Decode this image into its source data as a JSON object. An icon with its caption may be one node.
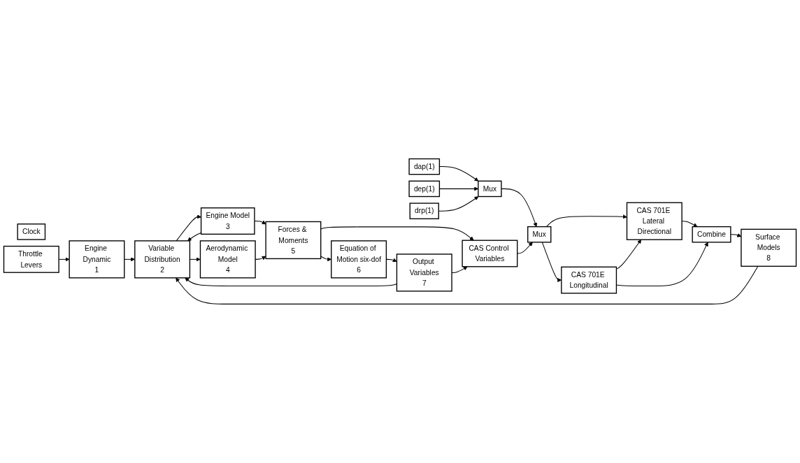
{
  "diagram": {
    "nodes": [
      {
        "text": [
          "Clock"
        ]
      },
      {
        "text": [
          "Throttle Levers"
        ]
      },
      {
        "text": [
          "Engine Dynamic",
          "1"
        ]
      },
      {
        "text": [
          "Variable Distribution",
          "2"
        ]
      },
      {
        "text": [
          "Engine Model",
          "3"
        ]
      },
      {
        "text": [
          "Aerodynamic Model",
          "4"
        ]
      },
      {
        "text": [
          "Forces & Moments",
          "5"
        ]
      },
      {
        "text": [
          "Equation of Motion six-dof",
          "6"
        ]
      },
      {
        "text": [
          "Output Variables",
          "7"
        ]
      },
      {
        "text": [
          "Surface Models",
          "8"
        ]
      },
      {
        "text": [
          "Combine"
        ]
      },
      {
        "text": [
          "CAS 701E Lateral Directional"
        ]
      },
      {
        "text": [
          "CAS 701E Longitudinal"
        ]
      },
      {
        "text": [
          "Mux"
        ]
      },
      {
        "text": [
          "dap(1)"
        ]
      },
      {
        "text": [
          "dep(1)"
        ]
      },
      {
        "text": [
          "drp(1)"
        ]
      },
      {
        "text": [
          "Mux"
        ]
      },
      {
        "text": [
          "CAS Control Variables"
        ]
      }
    ],
    "edges": [
      {
        "from": 1,
        "to": 2,
        "arrow": "to"
      },
      {
        "from": 2,
        "to": 3,
        "arrow": "to"
      },
      {
        "from": 9,
        "to": 3,
        "arrow": "to"
      },
      {
        "from": 3,
        "to": 4,
        "arrow": "to"
      },
      {
        "from": 3,
        "to": 5,
        "arrow": "to"
      },
      {
        "from": 4,
        "to": 6,
        "arrow": "to"
      },
      {
        "from": 4,
        "to": 3,
        "arrow": "to"
      },
      {
        "from": 5,
        "to": 6,
        "arrow": "to"
      },
      {
        "from": 6,
        "to": 7,
        "arrow": "to"
      },
      {
        "from": 6,
        "to": 18,
        "arrow": "to"
      },
      {
        "from": 7,
        "to": 8,
        "arrow": "to"
      },
      {
        "from": 8,
        "to": 3,
        "arrow": "to"
      },
      {
        "from": 8,
        "to": 18,
        "arrow": "to"
      },
      {
        "from": 14,
        "to": 13,
        "arrow": "to"
      },
      {
        "from": 15,
        "to": 13,
        "arrow": "to"
      },
      {
        "from": 16,
        "to": 13,
        "arrow": "to"
      },
      {
        "from": 13,
        "to": 17,
        "arrow": "to"
      },
      {
        "from": 18,
        "to": 17,
        "arrow": "to"
      },
      {
        "from": 17,
        "to": 11,
        "arrow": "to"
      },
      {
        "from": 17,
        "to": 12,
        "arrow": "to"
      },
      {
        "from": 12,
        "to": 11,
        "arrow": "to"
      },
      {
        "from": 11,
        "to": 10,
        "arrow": "to"
      },
      {
        "from": 12,
        "to": 10,
        "arrow": "to"
      },
      {
        "from": 10,
        "to": 9,
        "arrow": "to"
      }
    ]
  }
}
